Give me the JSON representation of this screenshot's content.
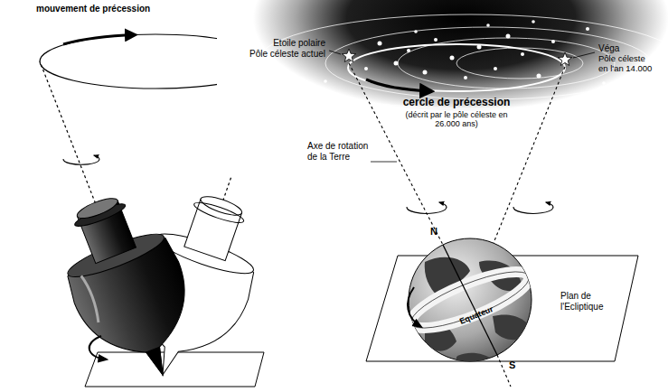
{
  "diagram": {
    "labels": [
      "mouvement de précession",
      "Etoile polaire",
      "Pôle céleste actuel",
      "cercle de précession",
      "(décrit par le pôle céleste en 26.000 ans)",
      "Véga",
      "Pôle céleste en l'an 14.000",
      "Axe de rotation de la Terre",
      "N",
      "Equateur",
      "Plan de l'Ecliptique",
      "S"
    ]
  }
}
